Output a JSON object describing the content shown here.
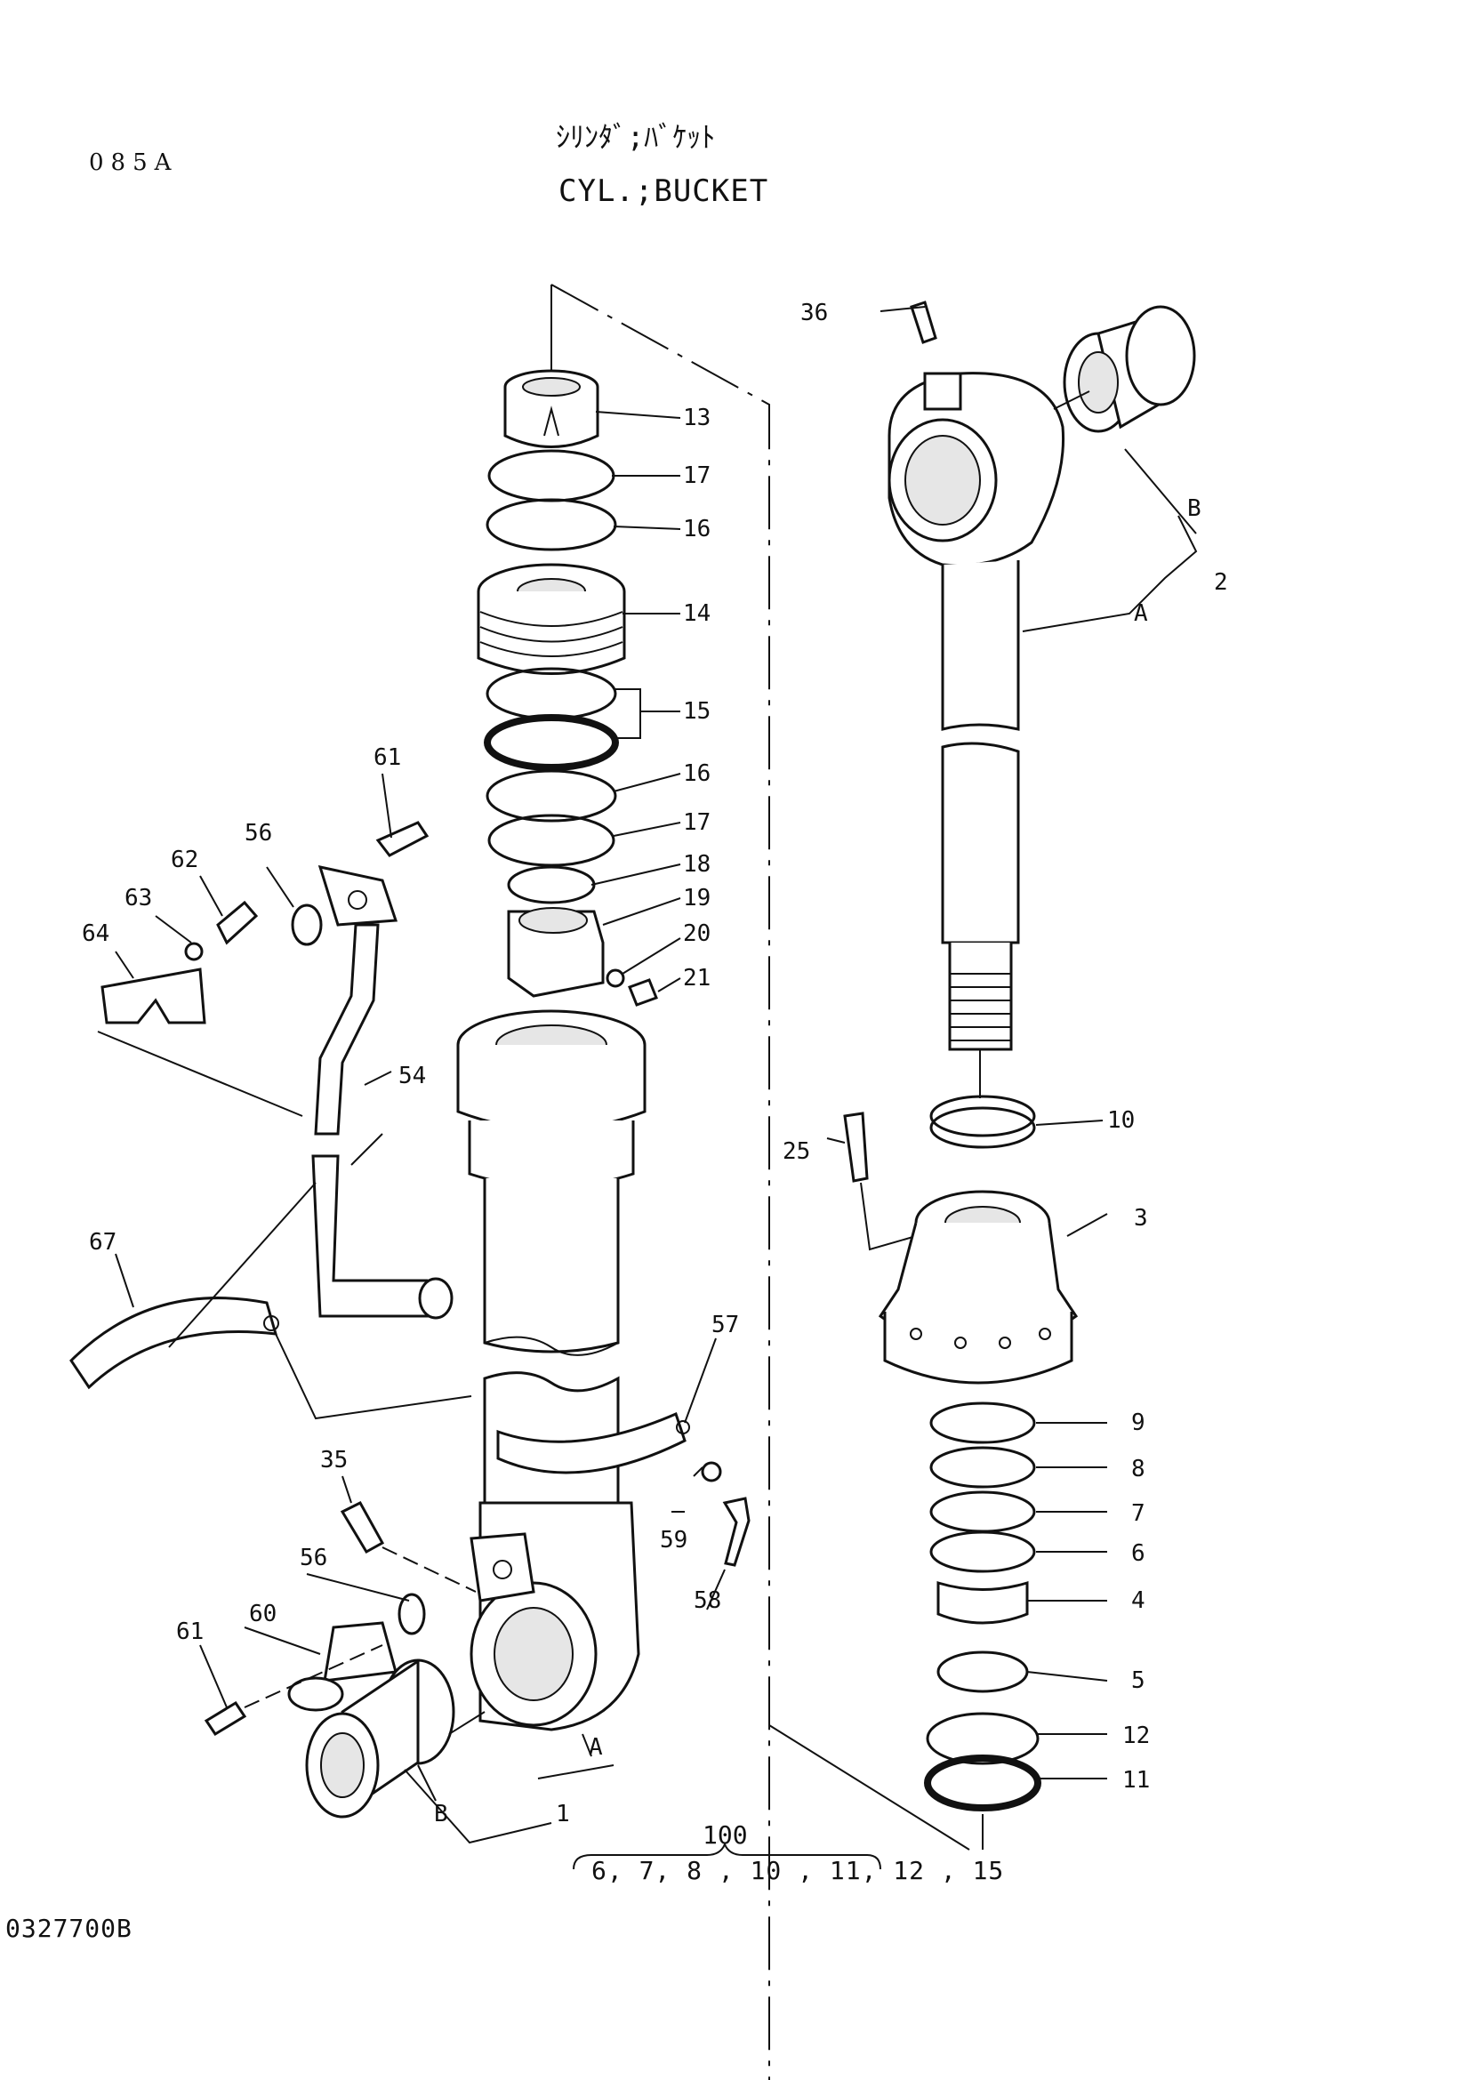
{
  "header": {
    "page_code": "085A",
    "title_jp": "ｼﾘﾝﾀﾞ;ﾊﾞｹｯﾄ",
    "title_en": "CYL.;BUCKET"
  },
  "footer": {
    "drawing_number": "0327700B"
  },
  "kit": {
    "number": "100",
    "members": "6, 7, 8 , 10 , 11, 12 , 15"
  },
  "callouts": {
    "c1": "1",
    "c2": "2",
    "c3": "3",
    "c4": "4",
    "c5": "5",
    "c6": "6",
    "c7": "7",
    "c8": "8",
    "c9": "9",
    "c10": "10",
    "c11": "11",
    "c12": "12",
    "c13": "13",
    "c14": "14",
    "c15": "15",
    "c16a": "16",
    "c16b": "16",
    "c17a": "17",
    "c17b": "17",
    "c18": "18",
    "c19": "19",
    "c20": "20",
    "c21": "21",
    "c25": "25",
    "c35": "35",
    "c36": "36",
    "c54": "54",
    "c56a": "56",
    "c56b": "56",
    "c57": "57",
    "c58": "58",
    "c59": "59",
    "c60": "60",
    "c61a": "61",
    "c61b": "61",
    "c62": "62",
    "c63": "63",
    "c64": "64",
    "c67": "67",
    "a_top": "A",
    "b_top": "B",
    "a_bottom": "A",
    "b_bottom": "B"
  }
}
